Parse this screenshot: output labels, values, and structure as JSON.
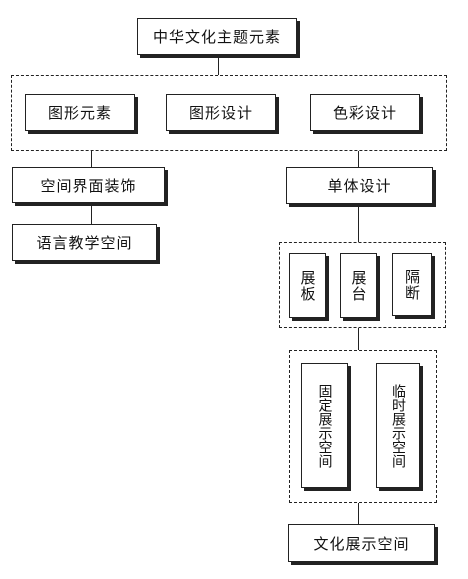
{
  "nodes": {
    "top": "中华文化主题元素",
    "element_design": "图形元素",
    "graphic_design": "图形设计",
    "color_design": "色彩设计",
    "space_decoration": "空间界面装饰",
    "unit_design": "单体设计",
    "language_teaching_space": "语言教学空间",
    "panel": "展板",
    "platform": "展台",
    "partition": "隔断",
    "fixed_space": "固定展示空间",
    "temporary_space": "临时展示空间",
    "culture_space": "文化展示空间"
  }
}
